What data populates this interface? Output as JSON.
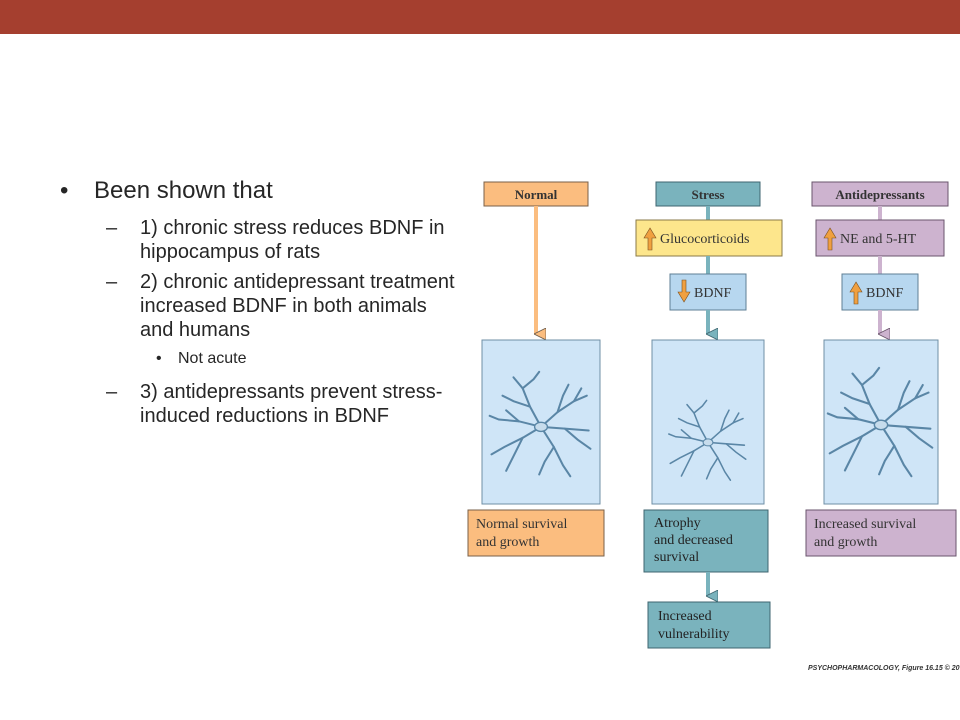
{
  "slide": {
    "bullets": {
      "main": "Been shown that",
      "items": [
        "1) chronic stress reduces BDNF in hippocampus of rats",
        "2) chronic antidepressant treatment increased BDNF in both animals and humans",
        "3) antidepressants prevent stress-induced reductions in BDNF"
      ],
      "sub_item": "Not acute"
    },
    "figure": {
      "normal": {
        "header": "Normal",
        "outcome": [
          "Normal survival",
          "and growth"
        ]
      },
      "stress": {
        "header": "Stress",
        "factor1": "Glucocorticoids",
        "factor2": "BDNF",
        "outcome": [
          "Atrophy",
          "and decreased",
          "survival"
        ],
        "final": [
          "Increased",
          "vulnerability"
        ]
      },
      "antidepressants": {
        "header": "Antidepressants",
        "factor1": "NE and 5-HT",
        "factor2": "BDNF",
        "outcome": [
          "Increased survival",
          "and growth"
        ]
      },
      "credit": "PSYCHOPHARMACOLOGY, Figure 16.15 © 20"
    },
    "colors": {
      "topbar": "#a53f2f",
      "normal": "#fbbd7f",
      "stress": "#7ab3bd",
      "antidepressants": "#cdb3cf",
      "glucocorticoids": "#fde68c",
      "neuron_panel": "#cfe5f7",
      "bdnf_box": "#b7d7ef"
    }
  }
}
